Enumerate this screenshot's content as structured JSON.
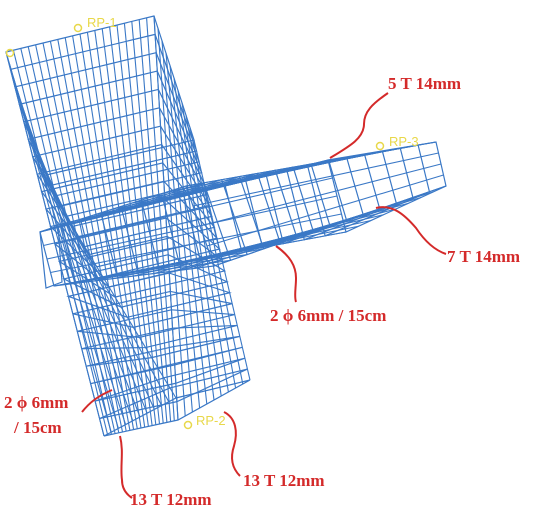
{
  "colors": {
    "background": "#ffffff",
    "rebar": "#3a78c6",
    "annotation": "#d42a2a",
    "reference_point": "#e8d84a"
  },
  "reference_points": [
    {
      "id": "rp1",
      "label": "RP-1"
    },
    {
      "id": "rp2",
      "label": "RP-2"
    },
    {
      "id": "rp3",
      "label": "RP-3"
    }
  ],
  "annotations": {
    "beam_top_bars": "5 T 14mm",
    "beam_bottom_bars": "7 T 14mm",
    "beam_stirrups": "2 ϕ 6mm / 15cm",
    "column_stirrups_line1": "2 ϕ 6mm",
    "column_stirrups_line2": "/ 15cm",
    "column_bars_left": "13 T 12mm",
    "column_bars_right": "13 T 12mm"
  }
}
